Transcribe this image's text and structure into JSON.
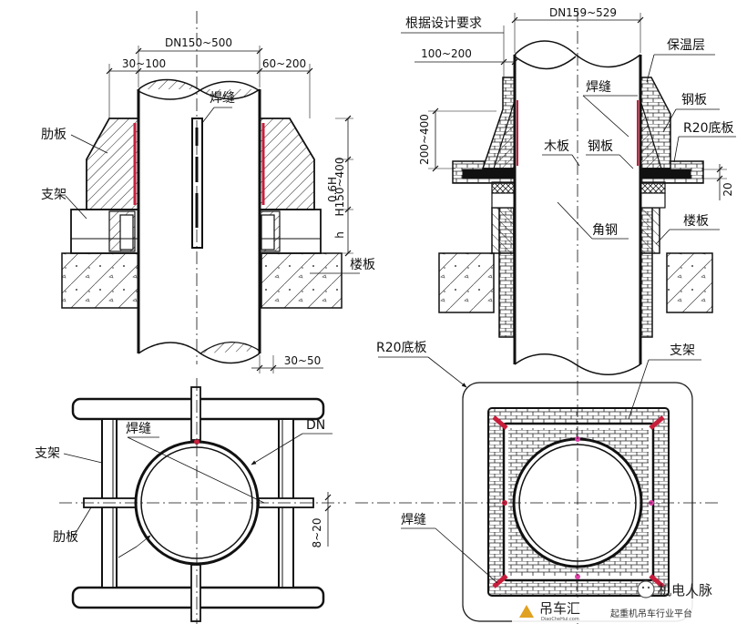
{
  "colors": {
    "line": "#111111",
    "weld": "#c81e3c",
    "weld_pink": "#e040a8",
    "hatch": "#222222"
  },
  "top_left": {
    "dims": {
      "dn": "DN150~500",
      "left_gap": "30~100",
      "right_gap": "60~200",
      "h_range": "H150~400",
      "h_06": "0.6H",
      "h": "h",
      "bottom_gap": "30~50"
    },
    "labels": {
      "rib": "肋板",
      "weld": "焊缝",
      "support": "支架",
      "floor": "楼板"
    }
  },
  "top_right": {
    "dims": {
      "design_req": "根据设计要求",
      "dn": "DN159~529",
      "gap": "100~200",
      "height": "200~400",
      "plate_t": "20"
    },
    "labels": {
      "insulation": "保温层",
      "weld": "焊缝",
      "steel_plate1": "钢板",
      "r20": "R20底板",
      "wood": "木板",
      "steel_plate2": "钢板",
      "angle": "角钢",
      "floor": "楼板"
    }
  },
  "bottom_left": {
    "dims": {
      "dn": "DN",
      "gap": "8~20"
    },
    "labels": {
      "weld": "焊缝",
      "support": "支架",
      "rib": "肋板"
    }
  },
  "bottom_right": {
    "labels": {
      "r20": "R20底板",
      "support": "支架",
      "weld": "焊缝"
    }
  },
  "watermark": {
    "account": "机电人脉",
    "brand": "吊车汇",
    "domain": "DiaoCheHui.com",
    "slogan": "起重机吊车行业平台"
  }
}
